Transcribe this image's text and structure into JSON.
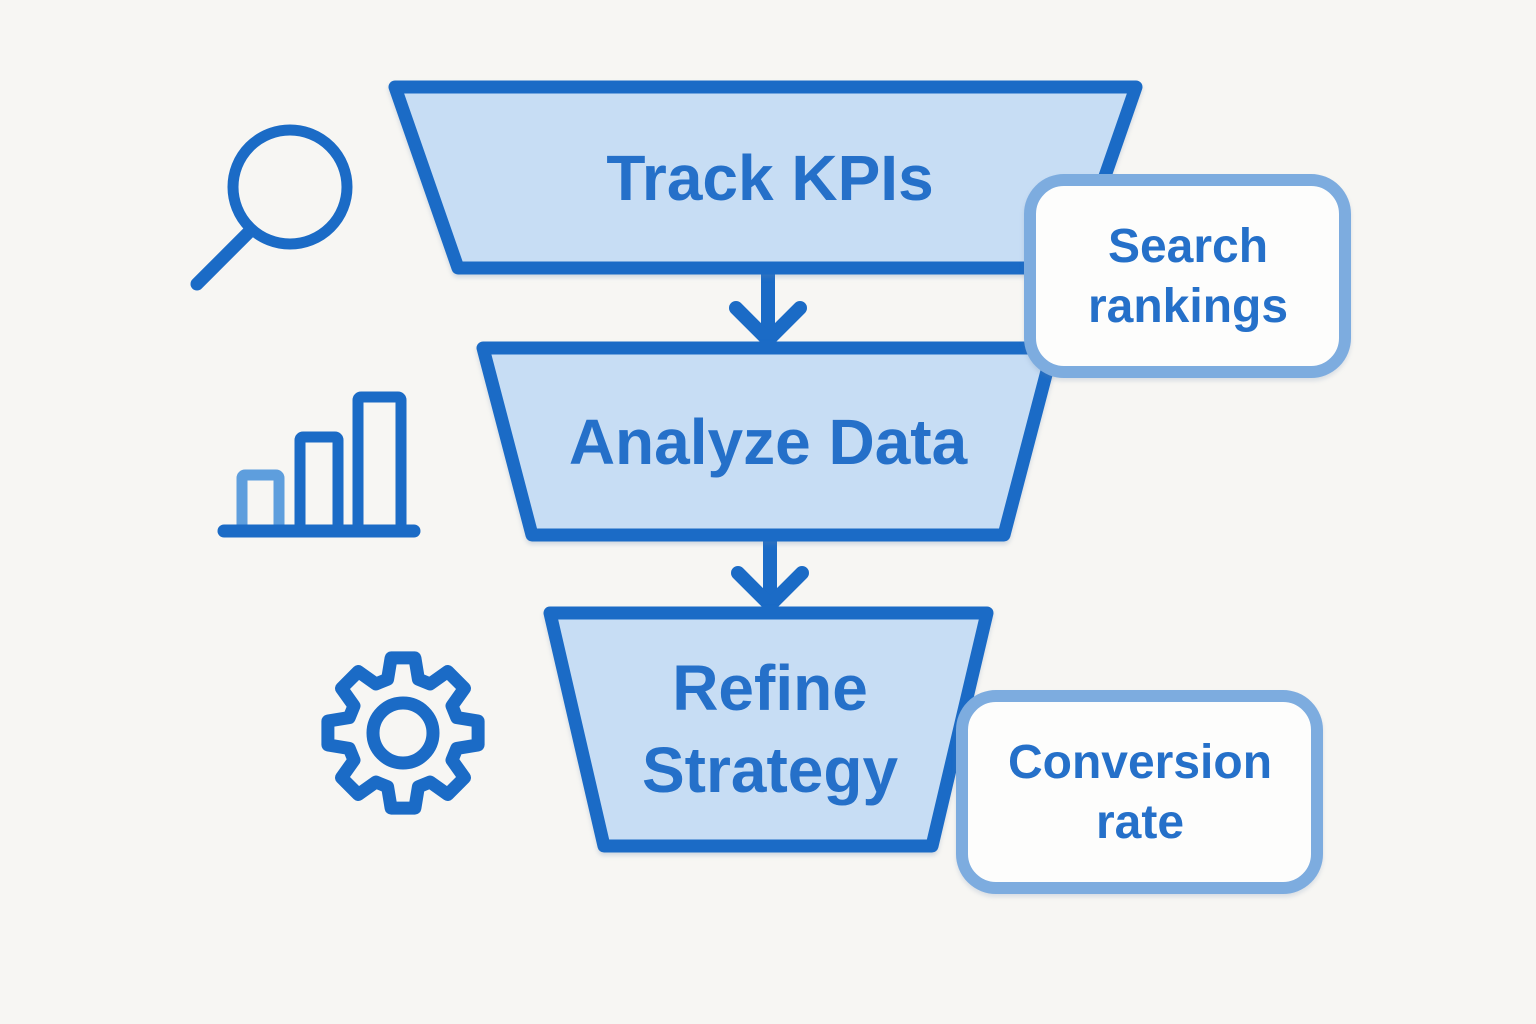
{
  "colors": {
    "page_bg": "#f7f6f3",
    "shape_stroke": "#1b6bc6",
    "shape_fill": "#c7ddf4",
    "label_text": "#2570c9",
    "note_border": "#7dacdf",
    "note_fill": "#fdfdfc",
    "light_accent": "#5e9edd"
  },
  "funnel": {
    "stages": [
      {
        "name": "track-kpis",
        "lines": [
          "Track KPIs"
        ]
      },
      {
        "name": "analyze-data",
        "lines": [
          "Analyze Data"
        ]
      },
      {
        "name": "refine-strategy",
        "lines": [
          "Refine",
          "Strategy"
        ]
      }
    ]
  },
  "annotations": {
    "search_rankings": {
      "lines": [
        "Search",
        "rankings"
      ]
    },
    "conversion_rate": {
      "lines": [
        "Conversion",
        "rate"
      ]
    }
  },
  "icons": [
    {
      "name": "magnifier-icon"
    },
    {
      "name": "bar-chart-icon"
    },
    {
      "name": "gear-icon"
    }
  ]
}
